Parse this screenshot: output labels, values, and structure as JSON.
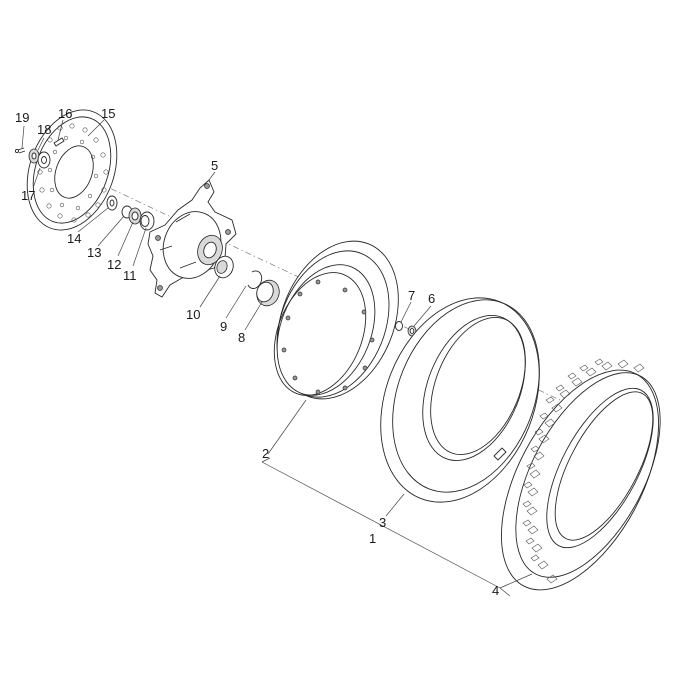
{
  "diagram": {
    "callouts": [
      {
        "id": "c19",
        "label": "19"
      },
      {
        "id": "c16",
        "label": "16"
      },
      {
        "id": "c18",
        "label": "18"
      },
      {
        "id": "c15",
        "label": "15"
      },
      {
        "id": "c17",
        "label": "17"
      },
      {
        "id": "c5",
        "label": "5"
      },
      {
        "id": "c14",
        "label": "14"
      },
      {
        "id": "c13",
        "label": "13"
      },
      {
        "id": "c12",
        "label": "12"
      },
      {
        "id": "c11",
        "label": "11"
      },
      {
        "id": "c10",
        "label": "10"
      },
      {
        "id": "c9",
        "label": "9"
      },
      {
        "id": "c8",
        "label": "8"
      },
      {
        "id": "c7",
        "label": "7"
      },
      {
        "id": "c6",
        "label": "6"
      },
      {
        "id": "c2",
        "label": "2"
      },
      {
        "id": "c3",
        "label": "3"
      },
      {
        "id": "c1",
        "label": "1"
      },
      {
        "id": "c4",
        "label": "4"
      }
    ]
  }
}
